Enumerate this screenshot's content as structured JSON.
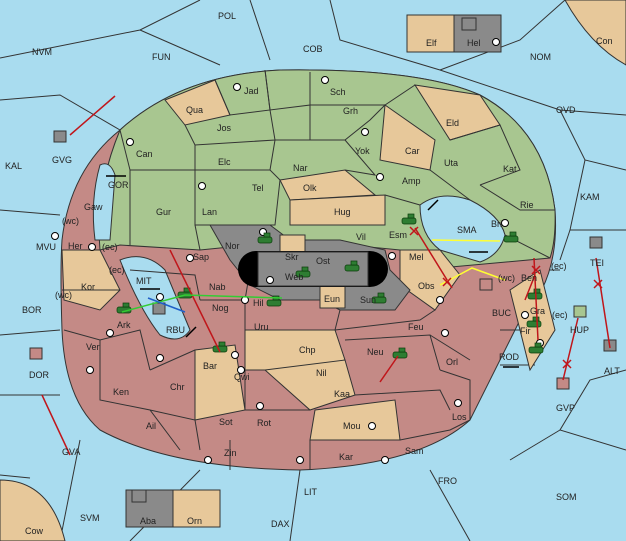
{
  "colors": {
    "sea": "#a9dcef",
    "green": "#a8c690",
    "tan": "#e7c89a",
    "red": "#c48a86",
    "dark": "#8a8a8a",
    "black": "#000000",
    "order_move": "#c0161b",
    "order_support_green": "#33cc33",
    "order_support_yellow": "#ffff33",
    "order_blue": "#1f5fc8"
  },
  "labels": {
    "POL": "POL",
    "COB": "COB",
    "NVM": "NVM",
    "FUN": "FUN",
    "NOM": "NOM",
    "Con": "Con",
    "Elf": "Elf",
    "Hel": "Hel",
    "OVD": "OVD",
    "KAL": "KAL",
    "KAM": "KAM",
    "MVU": "MVU",
    "BOR": "BOR",
    "GVG": "GVG",
    "GOR": "GOR",
    "MIT": "MIT",
    "RBU": "RBU",
    "SMA": "SMA",
    "BUC": "BUC",
    "ROD": "ROD",
    "TEI": "TEI",
    "HUP": "HUP",
    "GVP": "GVP",
    "ALT": "ALT",
    "DOR": "DOR",
    "GVA": "GVA",
    "LIT": "LIT",
    "FRO": "FRO",
    "SOM": "SOM",
    "SVM": "SVM",
    "DAX": "DAX",
    "Cow": "Cow",
    "Aba": "Aba",
    "Orn": "Orn",
    "Jad": "Jad",
    "Sch": "Sch",
    "Qua": "Qua",
    "Jos": "Jos",
    "Grh": "Grh",
    "Eld": "Eld",
    "Can": "Can",
    "Car": "Car",
    "Yok": "Yok",
    "Elc": "Elc",
    "Nar": "Nar",
    "Uta": "Uta",
    "Kat": "Kat",
    "Amp": "Amp",
    "Tel": "Tel",
    "Olk": "Olk",
    "Gaw": "Gaw",
    "Gur": "Gur",
    "Lan": "Lan",
    "Hug": "Hug",
    "Rie": "Rie",
    "Bri": "Bri",
    "Vil": "Vil",
    "Esm": "Esm",
    "Her": "Her",
    "Nor": "Nor",
    "Skr": "Skr",
    "Ost": "Ost",
    "Web": "Web",
    "Sap": "Sap",
    "Mel": "Mel",
    "Kor": "Kor",
    "Nab": "Nab",
    "Obs": "Obs",
    "Eun": "Eun",
    "Sun": "Sun",
    "Ben": "Ben",
    "Hil": "Hil",
    "Nog": "Nog",
    "Ark": "Ark",
    "Gra": "Gra",
    "Fir": "Fir",
    "Uru": "Uru",
    "Feu": "Feu",
    "Ver": "Ver",
    "Chp": "Chp",
    "Neu": "Neu",
    "Orl": "Orl",
    "Bar": "Bar",
    "Qwi": "Qwi",
    "Nil": "Nil",
    "Ken": "Ken",
    "Chr": "Chr",
    "Kaa": "Kaa",
    "Los": "Los",
    "Ail": "Ail",
    "Sot": "Sot",
    "Rot": "Rot",
    "Mou": "Mou",
    "Zin": "Zin",
    "Kar": "Kar",
    "Sam": "Sam",
    "wc": "(wc)",
    "ec": "(ec)"
  }
}
